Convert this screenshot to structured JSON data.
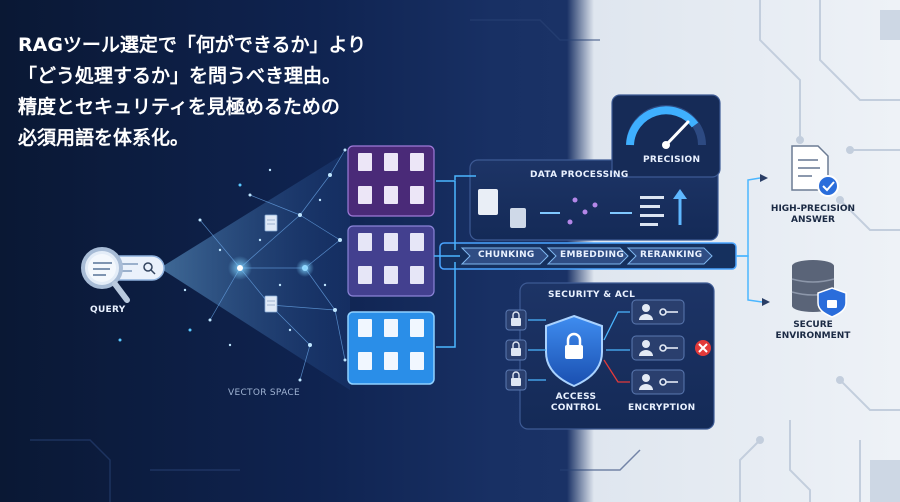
{
  "headline": {
    "lines": [
      "RAGツール選定で「何ができるか」より",
      "「どう処理するか」を問うべき理由。",
      "精度とセキュリティを見極めるための",
      "必須用語を体系化。"
    ]
  },
  "labels": {
    "query": "QUERY",
    "vector_space": "VECTOR SPACE",
    "data_processing": "DATA PROCESSING",
    "precision": "PRECISION",
    "chunking": "CHUNKING",
    "embedding": "EMBEDDING",
    "reranking": "RERANKING",
    "security_acl": "SECURITY & ACL",
    "access_control": "ACCESS CONTROL",
    "encryption": "ENCRYPTION",
    "high_precision_answer": "HIGH-PRECISION ANSWER",
    "secure_environment": "SECURE ENVIRONMENT"
  },
  "colors": {
    "accent": "#39b7ff",
    "purple": "#6a3fa0",
    "violet": "#5547a6",
    "blue": "#2a8ee8",
    "alert": "#e23a3a",
    "check": "#2a6ddb"
  }
}
